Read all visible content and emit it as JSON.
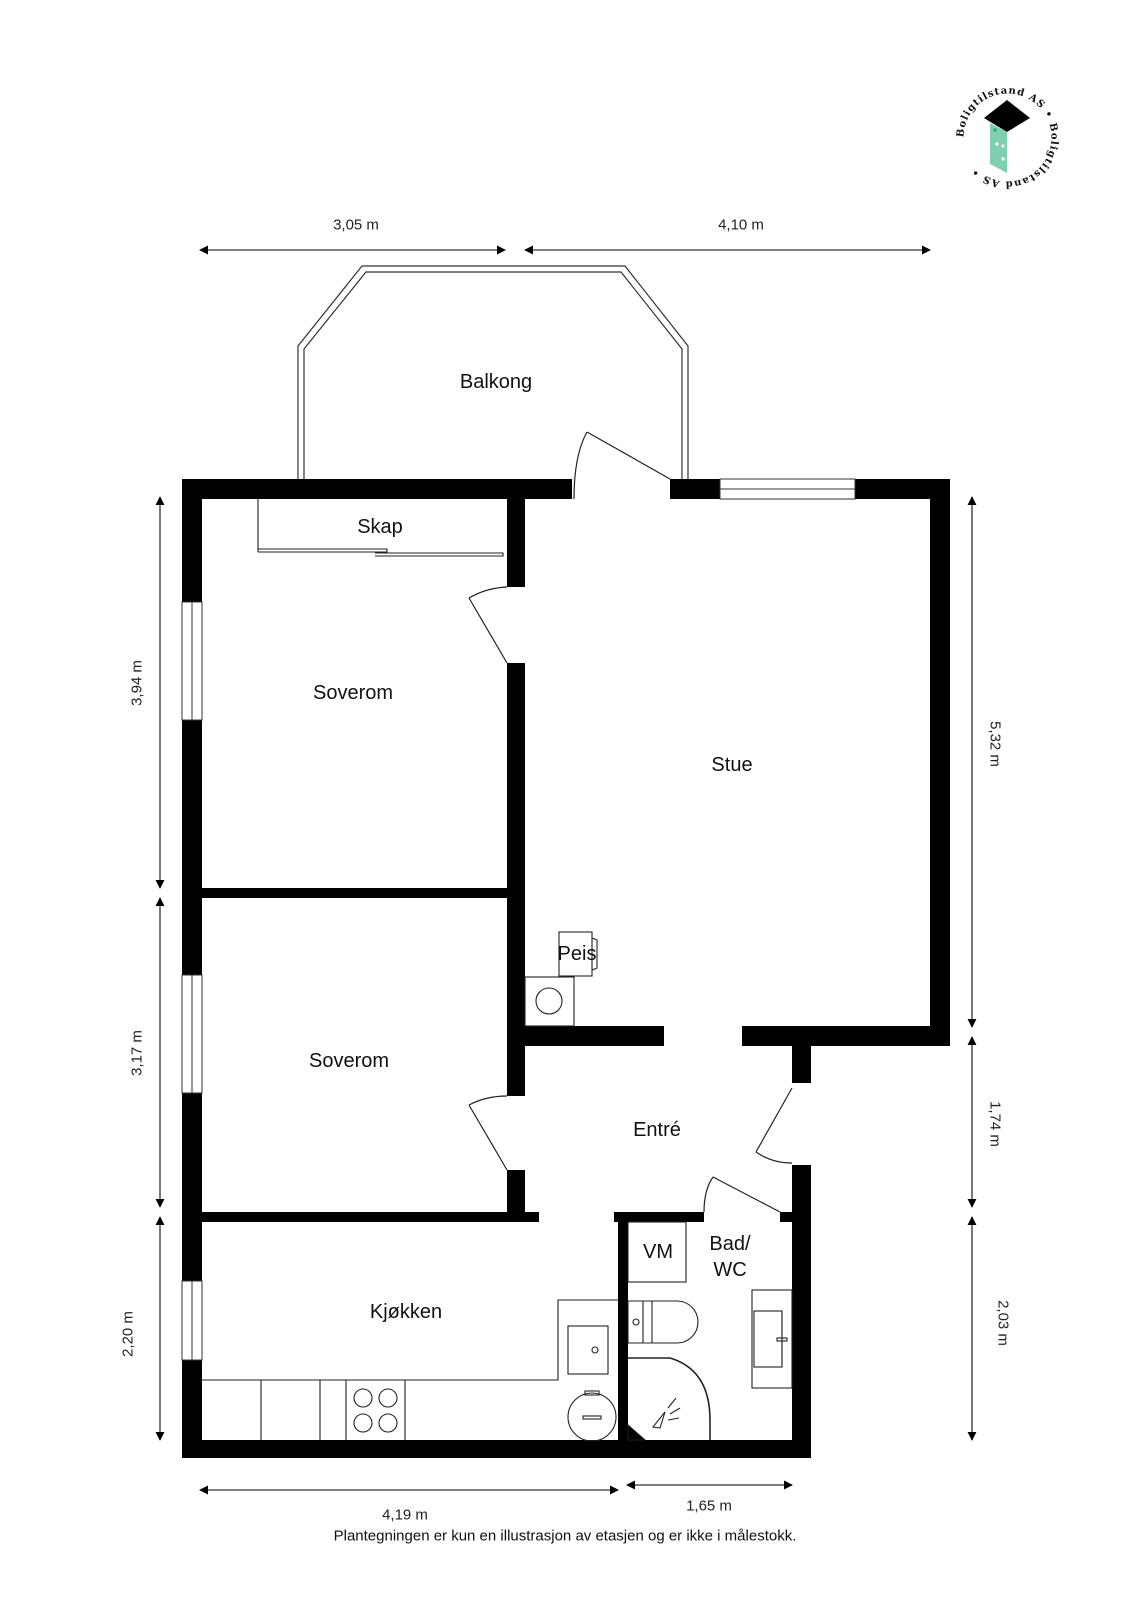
{
  "logo": {
    "text": "Boligtilstand AS • Boligtilstand AS •",
    "accent_color": "#7fcfb0",
    "roof_color": "#000000"
  },
  "rooms": {
    "balkong": "Balkong",
    "skap": "Skap",
    "soverom_1": "Soverom",
    "soverom_2": "Soverom",
    "stue": "Stue",
    "peis": "Peis",
    "entre": "Entré",
    "vm": "VM",
    "bad_wc_line1": "Bad/",
    "bad_wc_line2": "WC",
    "kjokken": "Kjøkken"
  },
  "dimensions": {
    "top_left": "3,05 m",
    "top_right": "4,10 m",
    "left_top": "3,94 m",
    "left_mid": "3,17 m",
    "left_bottom": "2,20 m",
    "right_top": "5,32 m",
    "right_mid": "1,74 m",
    "right_bottom": "2,03 m",
    "bottom_left": "4,19 m",
    "bottom_right": "1,65 m"
  },
  "footer": {
    "disclaimer": "Plantegningen er kun en illustrasjon av etasjen og er ikke i målestokk."
  },
  "colors": {
    "wall": "#000000",
    "line": "#222222",
    "background": "#ffffff"
  }
}
